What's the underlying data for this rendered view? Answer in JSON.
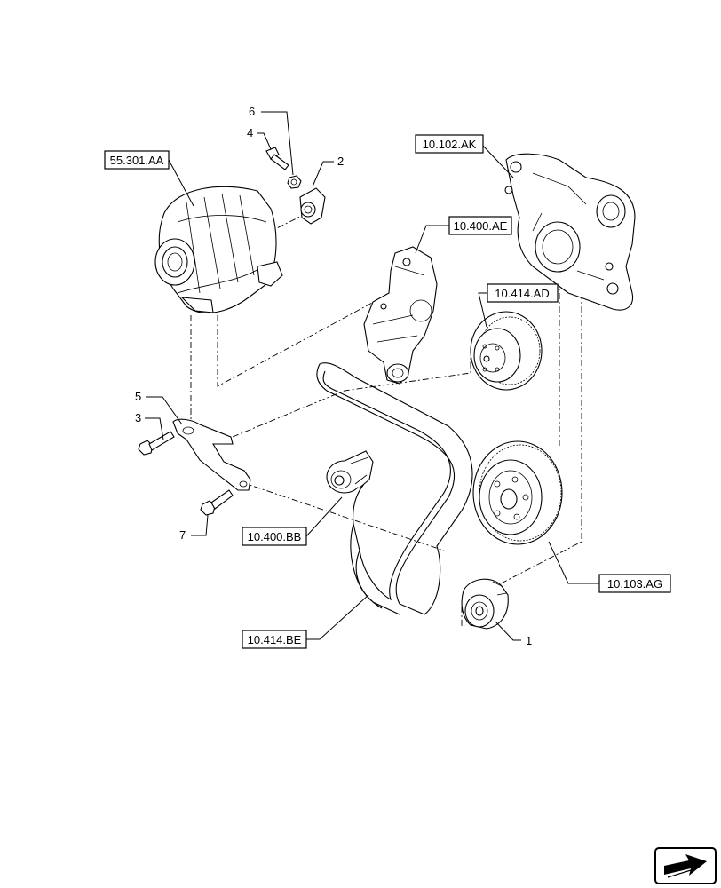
{
  "references": {
    "alternator": "55.301.AA",
    "timing_cover": "10.102.AK",
    "water_pump": "10.400.AE",
    "fan_pulley": "10.414.AD",
    "tensioner": "10.400.BB",
    "damper": "10.103.AG",
    "belt": "10.414.BE"
  },
  "callouts": {
    "idler_pulley": "1",
    "spacer": "2",
    "bracket_bolt": "3",
    "alternator_bolt": "4",
    "bracket": "5",
    "nut": "6",
    "lower_bolt": "7"
  },
  "icons": {
    "corner_mark": "next-page-arrow-icon"
  }
}
